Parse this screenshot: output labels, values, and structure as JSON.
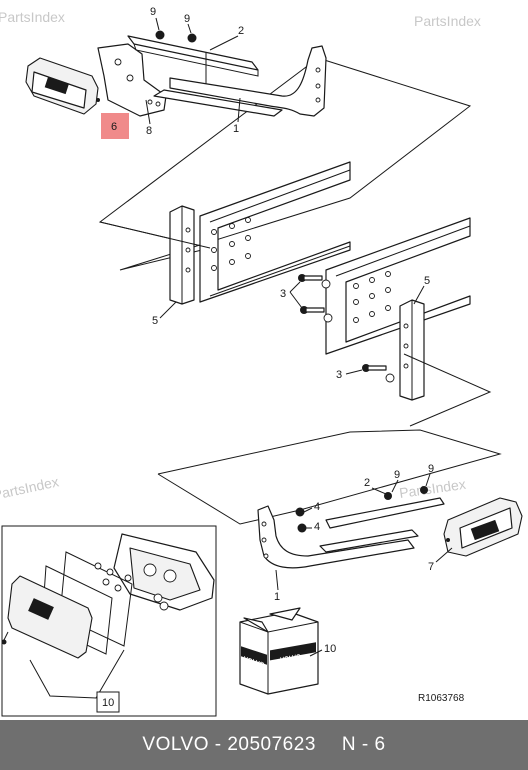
{
  "watermark": "PartsIndex",
  "callouts": {
    "c1_top": "1",
    "c2_top": "2",
    "c6": "6",
    "c8": "8",
    "c9a": "9",
    "c9b": "9",
    "c5_left": "5",
    "c5_right": "5",
    "c3_a": "3",
    "c3_b": "3",
    "c1_bot": "1",
    "c2_bot": "2",
    "c4_a": "4",
    "c4_b": "4",
    "c9c": "9",
    "c9d": "9",
    "c7": "7",
    "c10_kit": "10",
    "c10_box": "10"
  },
  "highlight": {
    "part": "6",
    "color": "#f08a8a"
  },
  "kit_box_text": "VOLVO",
  "drawing_ref": "R1063768",
  "footer": {
    "brand": "VOLVO - 20507623",
    "position": "N - 6"
  }
}
